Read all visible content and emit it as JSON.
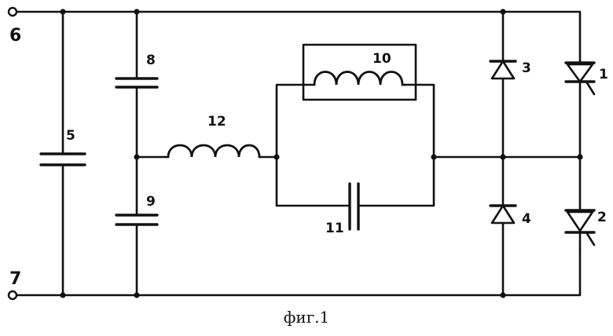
{
  "figure": {
    "caption": "фиг.1"
  },
  "labels": {
    "l1": "1",
    "l2": "2",
    "l3": "3",
    "l4": "4",
    "l5": "5",
    "l6": "6",
    "l7": "7",
    "l8": "8",
    "l9": "9",
    "l10": "10",
    "l11": "11",
    "l12": "12"
  }
}
